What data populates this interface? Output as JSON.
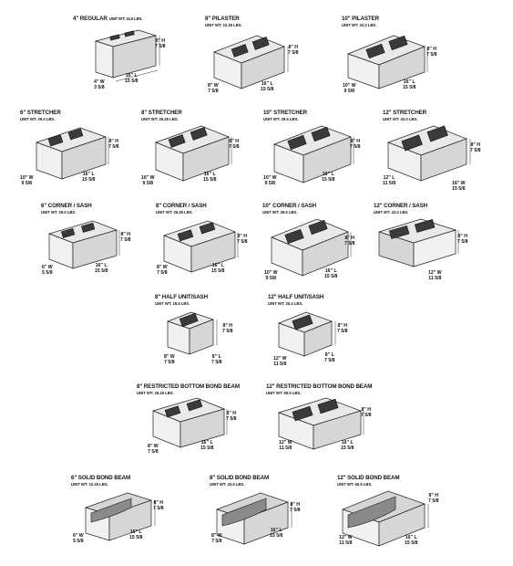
{
  "blocks": [
    {
      "key": "regular4",
      "title": "4\" REGULAR",
      "weight": "UNIT WT: 24.0 LBS.",
      "h": "8\" H",
      "h2": "7 5/8",
      "l": "16\" L",
      "l2": "15 5/8",
      "w": "4\" W",
      "w2": "3 5/8",
      "holes": 2
    },
    {
      "key": "pilaster8",
      "title": "8\" PILASTER",
      "weight": "UNIT WT: 22.25 LBS.",
      "h": "8\" H",
      "h2": "7 5/8",
      "l": "16\" L",
      "l2": "15 5/8",
      "w": "8\" W",
      "w2": "7 5/8",
      "holes": 2
    },
    {
      "key": "pilaster10",
      "title": "10\" PILASTER",
      "weight": "UNIT WT: 42.0 LBS.",
      "h": "8\" H",
      "h2": "7 5/8",
      "l": "16\" L",
      "l2": "15 5/8",
      "w": "10\" W",
      "w2": "9 5/8",
      "holes": 2
    },
    {
      "key": "stretcher6",
      "title": "6\" STRETCHER",
      "weight": "UNIT WT: 29.0 LBS.",
      "h": "8\" H",
      "h2": "7 5/8",
      "l": "16\" L",
      "l2": "15 5/8",
      "w": "10\" W",
      "w2": "9 5/8",
      "holes": 2
    },
    {
      "key": "stretcher8",
      "title": "8\" STRETCHER",
      "weight": "UNIT WT: 26.25 LBS.",
      "h": "8\" H",
      "h2": "7 5/8",
      "l": "16\" L",
      "l2": "15 5/8",
      "w": "16\" W",
      "w2": "9 5/8",
      "holes": 2
    },
    {
      "key": "stretcher10",
      "title": "10\" STRETCHER",
      "weight": "UNIT WT: 29.5 LBS.",
      "h": "8\" H",
      "h2": "7 5/8",
      "l": "16\" L",
      "l2": "15 5/8",
      "w": "10\" W",
      "w2": "9 5/8",
      "holes": 2
    },
    {
      "key": "stretcher12",
      "title": "12\" STRETCHER",
      "weight": "UNIT WT: 42.0 LBS.",
      "h": "8\" H",
      "h2": "7 5/8",
      "l": "12\" L",
      "l2": "11 5/8",
      "w": "16\" W",
      "w2": "15 5/8",
      "holes": 2
    },
    {
      "key": "corner6",
      "title": "6\" CORNER / SASH",
      "weight": "UNIT WT: 29.0 LBS.",
      "h": "8\" H",
      "h2": "7 5/8",
      "l": "16\" L",
      "l2": "15 5/8",
      "w": "6\" W",
      "w2": "5 5/8",
      "holes": 2
    },
    {
      "key": "corner8",
      "title": "8\" CORNER / SASH",
      "weight": "UNIT WT: 26.25 LBS.",
      "h": "8\" H",
      "h2": "7 5/8",
      "l": "16\" L",
      "l2": "15 5/8",
      "w": "8\" W",
      "w2": "7 5/8",
      "holes": 2
    },
    {
      "key": "corner10",
      "title": "10\" CORNER / SASH",
      "weight": "UNIT WT: 29.5 LBS.",
      "h": "8\" H",
      "h2": "7 5/8",
      "l": "16\" L",
      "l2": "15 5/8",
      "w": "10\" W",
      "w2": "9 5/8",
      "holes": 2
    },
    {
      "key": "corner12",
      "title": "12\" CORNER / SASH",
      "weight": "UNIT WT: 42.0 LBS.",
      "h": "8\" H",
      "h2": "7 5/8",
      "l": "",
      "l2": "",
      "w": "12\" W",
      "w2": "11 5/8",
      "holes": 2
    },
    {
      "key": "half8",
      "title": "8\" HALF UNIT/SASH",
      "weight": "UNIT WT: 18.5 LBS.",
      "h": "8\" H",
      "h2": "7 5/8",
      "l": "8\" L",
      "l2": "7 5/8",
      "w": "8\" W",
      "w2": "7 5/8",
      "holes": 1
    },
    {
      "key": "half12",
      "title": "12\" HALF UNIT/SASH",
      "weight": "UNIT WT: 25.4 LBS.",
      "h": "8\" H",
      "h2": "7 5/8",
      "l": "8\" L",
      "l2": "7 5/8",
      "w": "12\" W",
      "w2": "11 5/8",
      "holes": 1
    },
    {
      "key": "rbbb8",
      "title": "8\" RESTRICTED BOTTOM BOND BEAM",
      "weight": "UNIT WT: 26.25 LBS.",
      "h": "8\" H",
      "h2": "7 5/8",
      "l": "16\" L",
      "l2": "15 5/8",
      "w": "8\" W",
      "w2": "7 5/8",
      "holes": 2
    },
    {
      "key": "rbbb12",
      "title": "12\" RESTRICTED BOTTOM BOND BEAM",
      "weight": "UNIT WT: 50.0 LBS.",
      "h": "8\" H",
      "h2": "7 5/8",
      "l": "16\" L",
      "l2": "15 5/8",
      "w": "12\" W",
      "w2": "11 5/8",
      "holes": 2
    },
    {
      "key": "solid6",
      "title": "6\" SOLID BOND BEAM",
      "weight": "UNIT WT: 22.25 LBS.",
      "h": "8\" H",
      "h2": "7 5/8",
      "l": "16\" L",
      "l2": "15 5/8",
      "w": "6\" W",
      "w2": "5 5/8",
      "holes": 0
    },
    {
      "key": "solid8",
      "title": "8\" SOLID BOND BEAM",
      "weight": "UNIT WT: 43.5 LBS.",
      "h": "8\" H",
      "h2": "7 5/8",
      "l": "16\" L",
      "l2": "15 5/8",
      "w": "8\" W",
      "w2": "7 5/8",
      "holes": 0
    },
    {
      "key": "solid12",
      "title": "12\" SOLID BOND BEAM",
      "weight": "UNIT WT: 60.5 LBS.",
      "h": "8\" H",
      "h2": "7 5/8",
      "l": "16\" L",
      "l2": "15 5/8",
      "w": "12\" W",
      "w2": "11 5/8",
      "holes": 0
    }
  ]
}
